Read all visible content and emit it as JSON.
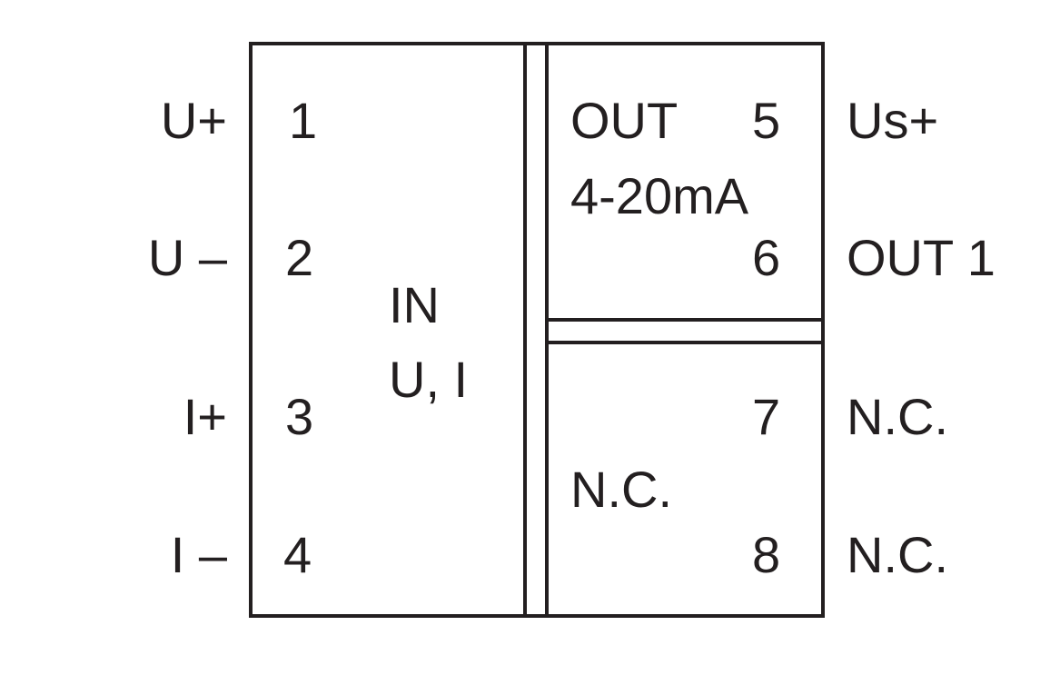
{
  "left_labels": [
    "U+",
    "U –",
    "I+",
    "I –"
  ],
  "input_terminals": [
    "1",
    "2",
    "3",
    "4"
  ],
  "input_block": {
    "line1": "IN",
    "line2": "U, I"
  },
  "output_block": {
    "title": "OUT",
    "range": "4-20mA",
    "terminals": [
      "5",
      "6"
    ]
  },
  "nc_block": {
    "label": "N.C.",
    "terminals": [
      "7",
      "8"
    ]
  },
  "right_labels": [
    "Us+",
    "OUT 1",
    "N.C.",
    "N.C."
  ],
  "colors": {
    "line": "#231f20",
    "background": "#ffffff"
  }
}
